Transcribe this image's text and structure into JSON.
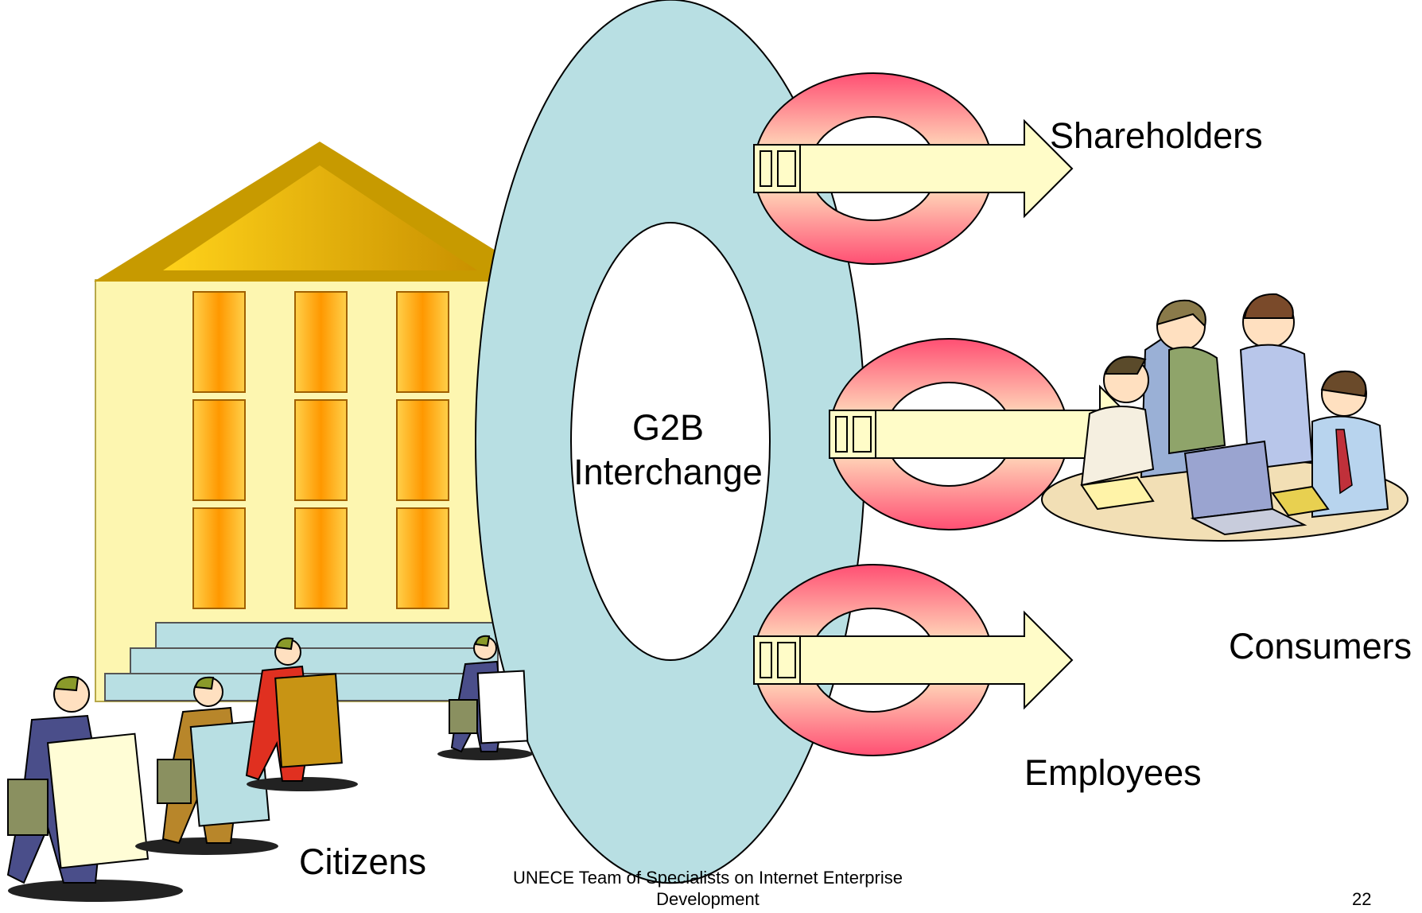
{
  "center": {
    "line1": "G2B",
    "line2": "Interchange"
  },
  "labels": {
    "shareholders": "Shareholders",
    "consumers": "Consumers",
    "employees": "Employees",
    "citizens": "Citizens"
  },
  "footer": {
    "line1": "UNECE Team of Specialists on Internet Enterprise",
    "line2": "Development"
  },
  "page_number": "22",
  "colors": {
    "interchange_ring": "#b8dfe3",
    "building_body": "#fdf6b0",
    "roof": "#d6a300",
    "window": "#ff9a00",
    "arrow_ring": "#ff5577",
    "arrow_fill": "#fffcc8"
  },
  "icons": [
    "government-building-icon",
    "citizen-figure-icon",
    "business-team-icon",
    "circular-arrow-icon"
  ]
}
